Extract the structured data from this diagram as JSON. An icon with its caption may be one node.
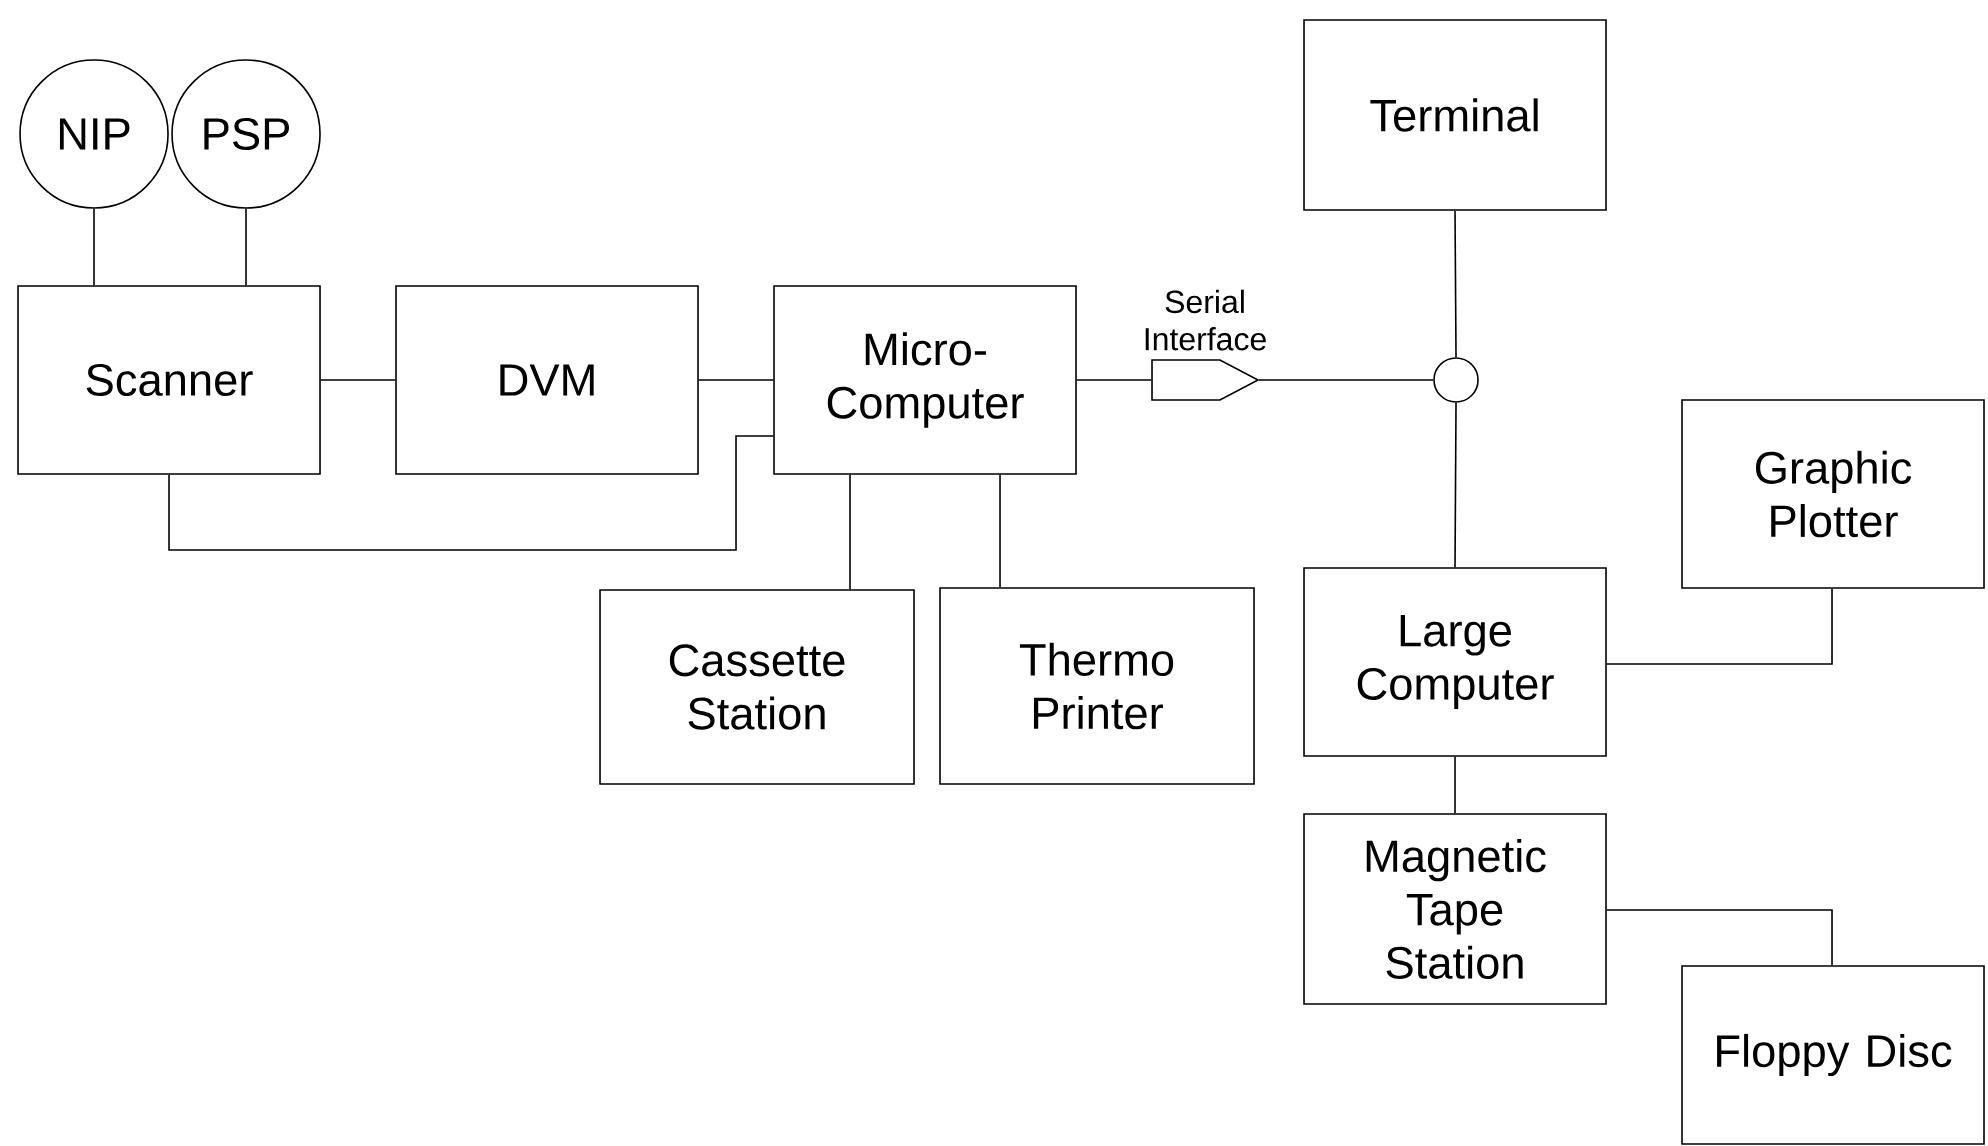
{
  "diagram": {
    "nodes": [
      {
        "text": [
          "NIP"
        ]
      },
      {
        "text": [
          "PSP"
        ]
      },
      {
        "text": [
          "Scanner"
        ]
      },
      {
        "text": [
          "DVM"
        ]
      },
      {
        "text": [
          "Micro- Computer"
        ]
      },
      {
        "text": [
          "Cassette Station"
        ]
      },
      {
        "text": [
          "Thermo Printer"
        ]
      },
      {
        "text": [
          "Serial Interface"
        ]
      },
      {
        "text": [],
        "shape": "circle"
      },
      {
        "text": [
          "Terminal"
        ]
      },
      {
        "text": [
          "Large Computer"
        ]
      },
      {
        "text": [
          "Graphic Plotter"
        ]
      },
      {
        "text": [
          "Magnetic Tape Station"
        ]
      },
      {
        "text": [
          "Floppy Disc"
        ]
      }
    ],
    "edges": [
      {
        "from": 0,
        "to": 2,
        "arrow": "none"
      },
      {
        "from": 1,
        "to": 2,
        "arrow": "none"
      },
      {
        "from": 2,
        "to": 3,
        "arrow": "none"
      },
      {
        "from": 3,
        "to": 4,
        "arrow": "none"
      },
      {
        "from": 2,
        "to": 4,
        "arrow": "none"
      },
      {
        "from": 4,
        "to": 5,
        "arrow": "none"
      },
      {
        "from": 4,
        "to": 6,
        "arrow": "none"
      },
      {
        "from": 4,
        "to": 7,
        "arrow": "none"
      },
      {
        "from": 7,
        "to": 8,
        "arrow": "none"
      },
      {
        "from": 9,
        "to": 8,
        "arrow": "none"
      },
      {
        "from": 8,
        "to": 10,
        "arrow": "none"
      },
      {
        "from": 10,
        "to": 11,
        "arrow": "none"
      },
      {
        "from": 10,
        "to": 12,
        "arrow": "none"
      },
      {
        "from": 12,
        "to": 13,
        "arrow": "none"
      }
    ]
  }
}
